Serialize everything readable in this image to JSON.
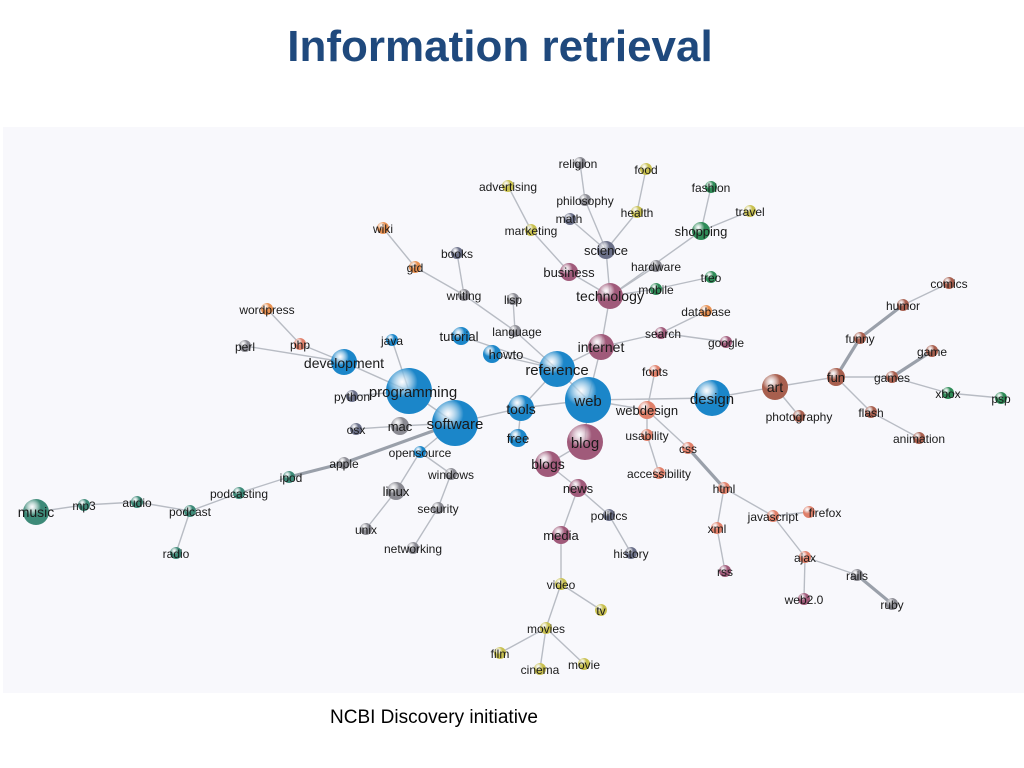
{
  "title": "Information retrieval",
  "caption": "NCBI Discovery initiative",
  "colors": {
    "title": "#1f497d",
    "panel_background": "#f8f8fc",
    "edge": "#b8bcc4",
    "blue": "#1b86c9",
    "mauve": "#a05a7a",
    "brown": "#a85f4e",
    "salmon": "#e0806a",
    "orange": "#e89050",
    "olive": "#c8c050",
    "green": "#2e8b57",
    "gray": "#8a8a92",
    "slate": "#6a6f88",
    "teal": "#3d8a78"
  },
  "graph": {
    "nodes": [
      {
        "id": "web",
        "label": "web",
        "color": "blue",
        "size": "xl"
      },
      {
        "id": "reference",
        "label": "reference",
        "color": "blue",
        "size": "l"
      },
      {
        "id": "software",
        "label": "software",
        "color": "blue",
        "size": "xl"
      },
      {
        "id": "programming",
        "label": "programming",
        "color": "blue",
        "size": "xl"
      },
      {
        "id": "design",
        "label": "design",
        "color": "blue",
        "size": "l"
      },
      {
        "id": "tools",
        "label": "tools",
        "color": "blue",
        "size": "m"
      },
      {
        "id": "development",
        "label": "development",
        "color": "blue",
        "size": "m"
      },
      {
        "id": "tutorial",
        "label": "tutorial",
        "color": "blue",
        "size": "s"
      },
      {
        "id": "howto",
        "label": "howto",
        "color": "blue",
        "size": "s"
      },
      {
        "id": "java",
        "label": "java",
        "color": "blue",
        "size": "xs"
      },
      {
        "id": "free",
        "label": "free",
        "color": "blue",
        "size": "s"
      },
      {
        "id": "opensource",
        "label": "opensource",
        "color": "blue",
        "size": "xs"
      },
      {
        "id": "blog",
        "label": "blog",
        "color": "mauve",
        "size": "l"
      },
      {
        "id": "blogs",
        "label": "blogs",
        "color": "mauve",
        "size": "m"
      },
      {
        "id": "internet",
        "label": "internet",
        "color": "mauve",
        "size": "m"
      },
      {
        "id": "technology",
        "label": "technology",
        "color": "mauve",
        "size": "m"
      },
      {
        "id": "business",
        "label": "business",
        "color": "mauve",
        "size": "s"
      },
      {
        "id": "news",
        "label": "news",
        "color": "mauve",
        "size": "s"
      },
      {
        "id": "media",
        "label": "media",
        "color": "mauve",
        "size": "s"
      },
      {
        "id": "search",
        "label": "search",
        "color": "mauve",
        "size": "xs"
      },
      {
        "id": "google",
        "label": "google",
        "color": "mauve",
        "size": "xs"
      },
      {
        "id": "science",
        "label": "science",
        "color": "slate",
        "size": "s"
      },
      {
        "id": "philosophy",
        "label": "philosophy",
        "color": "gray",
        "size": "xs"
      },
      {
        "id": "religion",
        "label": "religion",
        "color": "gray",
        "size": "xs"
      },
      {
        "id": "math",
        "label": "math",
        "color": "slate",
        "size": "xs"
      },
      {
        "id": "hardware",
        "label": "hardware",
        "color": "gray",
        "size": "xs"
      },
      {
        "id": "mobile",
        "label": "mobile",
        "color": "green",
        "size": "xs"
      },
      {
        "id": "treo",
        "label": "treo",
        "color": "green",
        "size": "xs"
      },
      {
        "id": "shopping",
        "label": "shopping",
        "color": "green",
        "size": "s"
      },
      {
        "id": "fashion",
        "label": "fashion",
        "color": "green",
        "size": "xs"
      },
      {
        "id": "travel",
        "label": "travel",
        "color": "olive",
        "size": "xs"
      },
      {
        "id": "food",
        "label": "food",
        "color": "olive",
        "size": "xs"
      },
      {
        "id": "health",
        "label": "health",
        "color": "olive",
        "size": "xs"
      },
      {
        "id": "advertising",
        "label": "advertising",
        "color": "olive",
        "size": "xs"
      },
      {
        "id": "marketing",
        "label": "marketing",
        "color": "olive",
        "size": "xs"
      },
      {
        "id": "database",
        "label": "database",
        "color": "orange",
        "size": "xs"
      },
      {
        "id": "language",
        "label": "language",
        "color": "gray",
        "size": "xs"
      },
      {
        "id": "lisp",
        "label": "lisp",
        "color": "gray",
        "size": "xs"
      },
      {
        "id": "writing",
        "label": "writing",
        "color": "gray",
        "size": "xs"
      },
      {
        "id": "books",
        "label": "books",
        "color": "slate",
        "size": "xs"
      },
      {
        "id": "gtd",
        "label": "gtd",
        "color": "orange",
        "size": "xs"
      },
      {
        "id": "wiki",
        "label": "wiki",
        "color": "orange",
        "size": "xs"
      },
      {
        "id": "php",
        "label": "php",
        "color": "salmon",
        "size": "xs"
      },
      {
        "id": "wordpress",
        "label": "wordpress",
        "color": "orange",
        "size": "xs"
      },
      {
        "id": "perl",
        "label": "perl",
        "color": "gray",
        "size": "xs"
      },
      {
        "id": "python",
        "label": "python",
        "color": "slate",
        "size": "xs"
      },
      {
        "id": "mac",
        "label": "mac",
        "color": "gray",
        "size": "s"
      },
      {
        "id": "osx",
        "label": "osx",
        "color": "slate",
        "size": "xs"
      },
      {
        "id": "apple",
        "label": "apple",
        "color": "gray",
        "size": "xs"
      },
      {
        "id": "ipod",
        "label": "ipod",
        "color": "teal",
        "size": "xs"
      },
      {
        "id": "podcasting",
        "label": "podcasting",
        "color": "teal",
        "size": "xs"
      },
      {
        "id": "podcast",
        "label": "podcast",
        "color": "teal",
        "size": "xs"
      },
      {
        "id": "audio",
        "label": "audio",
        "color": "teal",
        "size": "xs"
      },
      {
        "id": "mp3",
        "label": "mp3",
        "color": "teal",
        "size": "xs"
      },
      {
        "id": "music",
        "label": "music",
        "color": "teal",
        "size": "m"
      },
      {
        "id": "radio",
        "label": "radio",
        "color": "teal",
        "size": "xs"
      },
      {
        "id": "linux",
        "label": "linux",
        "color": "gray",
        "size": "s"
      },
      {
        "id": "unix",
        "label": "unix",
        "color": "gray",
        "size": "xs"
      },
      {
        "id": "windows",
        "label": "windows",
        "color": "gray",
        "size": "xs"
      },
      {
        "id": "security",
        "label": "security",
        "color": "gray",
        "size": "xs"
      },
      {
        "id": "networking",
        "label": "networking",
        "color": "gray",
        "size": "xs"
      },
      {
        "id": "politics",
        "label": "politics",
        "color": "slate",
        "size": "xs"
      },
      {
        "id": "history",
        "label": "history",
        "color": "slate",
        "size": "xs"
      },
      {
        "id": "video",
        "label": "video",
        "color": "olive",
        "size": "xs"
      },
      {
        "id": "tv",
        "label": "tv",
        "color": "olive",
        "size": "xs"
      },
      {
        "id": "movies",
        "label": "movies",
        "color": "olive",
        "size": "xs"
      },
      {
        "id": "film",
        "label": "film",
        "color": "olive",
        "size": "xs"
      },
      {
        "id": "cinema",
        "label": "cinema",
        "color": "olive",
        "size": "xs"
      },
      {
        "id": "movie",
        "label": "movie",
        "color": "olive",
        "size": "xs"
      },
      {
        "id": "webdesign",
        "label": "webdesign",
        "color": "salmon",
        "size": "s"
      },
      {
        "id": "fonts",
        "label": "fonts",
        "color": "salmon",
        "size": "xs"
      },
      {
        "id": "usability",
        "label": "usability",
        "color": "salmon",
        "size": "xs"
      },
      {
        "id": "accessibility",
        "label": "accessibility",
        "color": "salmon",
        "size": "xs"
      },
      {
        "id": "css",
        "label": "css",
        "color": "salmon",
        "size": "xs"
      },
      {
        "id": "html",
        "label": "html",
        "color": "salmon",
        "size": "xs"
      },
      {
        "id": "xml",
        "label": "xml",
        "color": "salmon",
        "size": "xs"
      },
      {
        "id": "rss",
        "label": "rss",
        "color": "mauve",
        "size": "xs"
      },
      {
        "id": "javascript",
        "label": "javascript",
        "color": "salmon",
        "size": "xs"
      },
      {
        "id": "firefox",
        "label": "firefox",
        "color": "salmon",
        "size": "xs"
      },
      {
        "id": "ajax",
        "label": "ajax",
        "color": "salmon",
        "size": "xs"
      },
      {
        "id": "web2.0",
        "label": "web2.0",
        "color": "mauve",
        "size": "xs"
      },
      {
        "id": "rails",
        "label": "rails",
        "color": "gray",
        "size": "xs"
      },
      {
        "id": "ruby",
        "label": "ruby",
        "color": "gray",
        "size": "xs"
      },
      {
        "id": "art",
        "label": "art",
        "color": "brown",
        "size": "m"
      },
      {
        "id": "photography",
        "label": "photography",
        "color": "brown",
        "size": "xs"
      },
      {
        "id": "fun",
        "label": "fun",
        "color": "brown",
        "size": "s"
      },
      {
        "id": "funny",
        "label": "funny",
        "color": "brown",
        "size": "xs"
      },
      {
        "id": "humor",
        "label": "humor",
        "color": "brown",
        "size": "xs"
      },
      {
        "id": "comics",
        "label": "comics",
        "color": "brown",
        "size": "xs"
      },
      {
        "id": "games",
        "label": "games",
        "color": "brown",
        "size": "xs"
      },
      {
        "id": "game",
        "label": "game",
        "color": "brown",
        "size": "xs"
      },
      {
        "id": "flash",
        "label": "flash",
        "color": "brown",
        "size": "xs"
      },
      {
        "id": "animation",
        "label": "animation",
        "color": "brown",
        "size": "xs"
      },
      {
        "id": "xbox",
        "label": "xbox",
        "color": "green",
        "size": "xs"
      },
      {
        "id": "psp",
        "label": "psp",
        "color": "green",
        "size": "xs"
      }
    ],
    "edges": [
      [
        "web",
        "reference"
      ],
      [
        "web",
        "internet"
      ],
      [
        "web",
        "blog"
      ],
      [
        "web",
        "tools"
      ],
      [
        "web",
        "webdesign"
      ],
      [
        "web",
        "design"
      ],
      [
        "reference",
        "language"
      ],
      [
        "reference",
        "howto"
      ],
      [
        "reference",
        "tutorial"
      ],
      [
        "reference",
        "tools"
      ],
      [
        "reference",
        "internet"
      ],
      [
        "tools",
        "software"
      ],
      [
        "tools",
        "free"
      ],
      [
        "software",
        "programming"
      ],
      [
        "software",
        "mac"
      ],
      [
        "software",
        "opensource"
      ],
      [
        "software",
        "apple"
      ],
      [
        "programming",
        "development"
      ],
      [
        "programming",
        "java"
      ],
      [
        "programming",
        "python"
      ],
      [
        "development",
        "php"
      ],
      [
        "development",
        "perl"
      ],
      [
        "php",
        "wordpress"
      ],
      [
        "language",
        "lisp"
      ],
      [
        "language",
        "writing"
      ],
      [
        "writing",
        "books"
      ],
      [
        "writing",
        "gtd"
      ],
      [
        "gtd",
        "wiki"
      ],
      [
        "internet",
        "technology"
      ],
      [
        "internet",
        "search"
      ],
      [
        "technology",
        "business"
      ],
      [
        "technology",
        "science"
      ],
      [
        "technology",
        "hardware"
      ],
      [
        "technology",
        "mobile"
      ],
      [
        "technology",
        "shopping"
      ],
      [
        "science",
        "philosophy"
      ],
      [
        "science",
        "math"
      ],
      [
        "science",
        "health"
      ],
      [
        "philosophy",
        "religion"
      ],
      [
        "business",
        "marketing"
      ],
      [
        "marketing",
        "advertising"
      ],
      [
        "shopping",
        "fashion"
      ],
      [
        "shopping",
        "travel"
      ],
      [
        "health",
        "food"
      ],
      [
        "mobile",
        "treo"
      ],
      [
        "search",
        "google"
      ],
      [
        "search",
        "database"
      ],
      [
        "blog",
        "blogs"
      ],
      [
        "blogs",
        "news"
      ],
      [
        "news",
        "politics"
      ],
      [
        "news",
        "media"
      ],
      [
        "politics",
        "history"
      ],
      [
        "media",
        "video"
      ],
      [
        "video",
        "tv"
      ],
      [
        "video",
        "movies"
      ],
      [
        "movies",
        "film"
      ],
      [
        "movies",
        "cinema"
      ],
      [
        "movies",
        "movie"
      ],
      [
        "mac",
        "osx"
      ],
      [
        "apple",
        "ipod"
      ],
      [
        "ipod",
        "podcasting"
      ],
      [
        "podcasting",
        "podcast"
      ],
      [
        "podcast",
        "audio"
      ],
      [
        "audio",
        "mp3"
      ],
      [
        "mp3",
        "music"
      ],
      [
        "podcast",
        "radio"
      ],
      [
        "opensource",
        "linux"
      ],
      [
        "opensource",
        "windows"
      ],
      [
        "linux",
        "unix"
      ],
      [
        "windows",
        "security"
      ],
      [
        "security",
        "networking"
      ],
      [
        "webdesign",
        "fonts"
      ],
      [
        "webdesign",
        "usability"
      ],
      [
        "webdesign",
        "css"
      ],
      [
        "usability",
        "accessibility"
      ],
      [
        "css",
        "html"
      ],
      [
        "html",
        "xml"
      ],
      [
        "xml",
        "rss"
      ],
      [
        "html",
        "javascript"
      ],
      [
        "javascript",
        "firefox"
      ],
      [
        "javascript",
        "ajax"
      ],
      [
        "ajax",
        "web2.0"
      ],
      [
        "ajax",
        "rails"
      ],
      [
        "rails",
        "ruby"
      ],
      [
        "design",
        "art"
      ],
      [
        "art",
        "photography"
      ],
      [
        "art",
        "fun"
      ],
      [
        "fun",
        "funny"
      ],
      [
        "funny",
        "humor"
      ],
      [
        "humor",
        "comics"
      ],
      [
        "fun",
        "games"
      ],
      [
        "games",
        "game"
      ],
      [
        "games",
        "xbox"
      ],
      [
        "xbox",
        "psp"
      ],
      [
        "fun",
        "flash"
      ],
      [
        "flash",
        "animation"
      ]
    ],
    "thick_edges": [
      [
        "fun",
        "funny"
      ],
      [
        "funny",
        "humor"
      ],
      [
        "games",
        "game"
      ],
      [
        "ipod",
        "apple"
      ],
      [
        "apple",
        "software"
      ],
      [
        "rails",
        "ruby"
      ],
      [
        "css",
        "html"
      ]
    ]
  }
}
